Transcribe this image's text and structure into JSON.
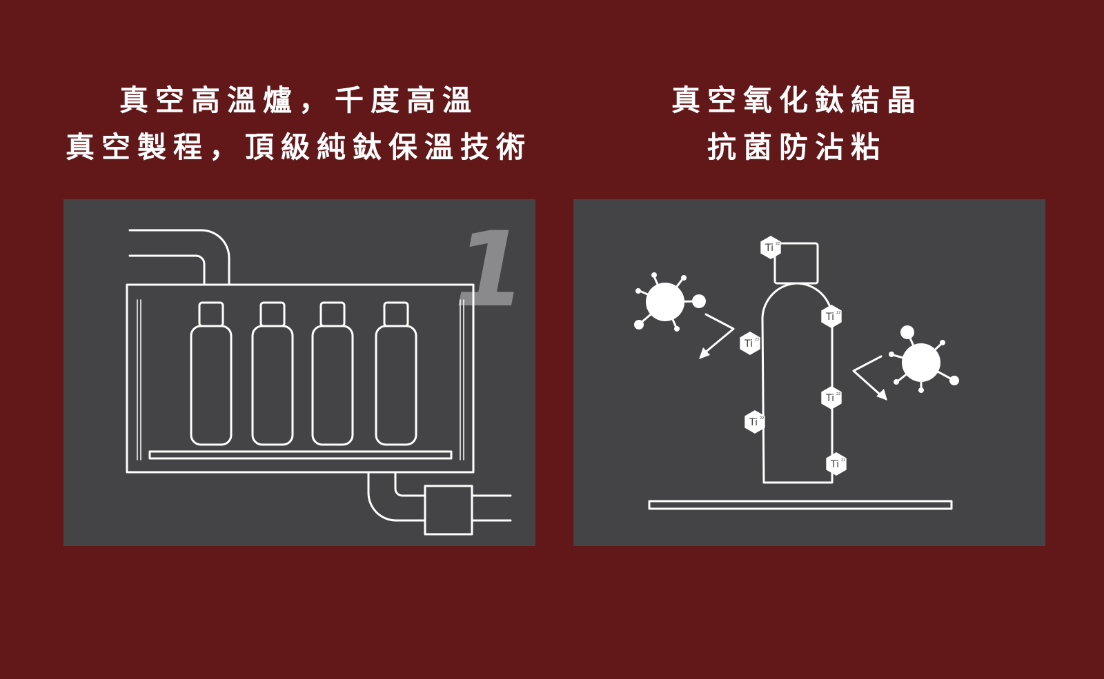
{
  "colors": {
    "background": "#621719",
    "panel": "#444446",
    "line": "#ffffff",
    "step_number": "#8a8a8c"
  },
  "sections": [
    {
      "heading_line1": "真空高溫爐，千度高溫",
      "heading_line2": "真空製程，頂級純鈦保溫技術",
      "step_number": "1"
    },
    {
      "heading_line1": "真空氧化鈦結晶",
      "heading_line2": "抗菌防沾粘",
      "element_symbol": "Ti",
      "element_number": "22"
    }
  ],
  "icons": [
    "vacuum-furnace-illustration",
    "bottle-icon",
    "virus-icon",
    "titanium-hexagon-icon",
    "arrow-icon"
  ]
}
